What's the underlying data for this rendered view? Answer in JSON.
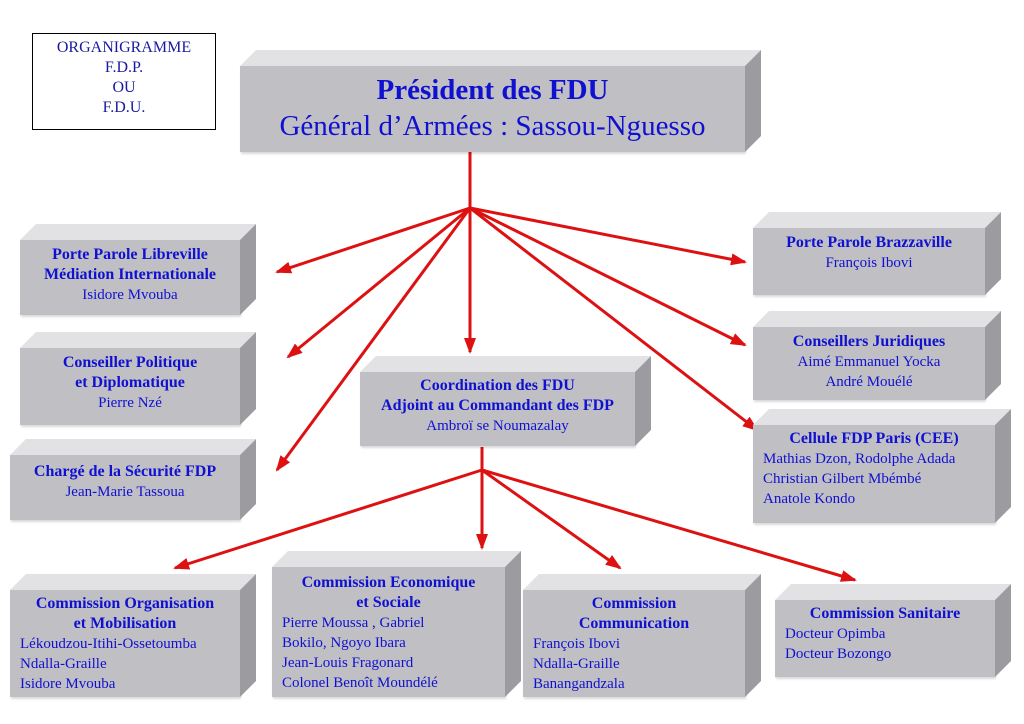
{
  "legend": {
    "lines": [
      "ORGANIGRAMME",
      "F.D.P.",
      "OU",
      "F.D.U."
    ]
  },
  "colors": {
    "arrow": "#dd1111",
    "text": "#1010d0",
    "box": "#c0c0c4"
  },
  "president": {
    "title": "Président des FDU",
    "name": "Général d’Armées : Sassou-Nguesso"
  },
  "porte_parole_libreville": {
    "title1": "Porte Parole Libreville",
    "title2": "Médiation Internationale",
    "name": "Isidore Mvouba"
  },
  "conseiller_politique": {
    "title1": "Conseiller Politique",
    "title2": "et Diplomatique",
    "name": "Pierre Nzé"
  },
  "charge_securite": {
    "title": "Chargé de la Sécurité FDP",
    "name": "Jean-Marie Tassoua"
  },
  "coordination": {
    "title1": "Coordination des FDU",
    "title2": "Adjoint au Commandant des FDP",
    "name": "Ambroï se Noumazalay"
  },
  "porte_parole_brazzaville": {
    "title": "Porte Parole Brazzaville",
    "name": "François Ibovi"
  },
  "conseillers_juridiques": {
    "title": "Conseillers Juridiques",
    "names": [
      "Aimé Emmanuel Yocka",
      "André Mouélé"
    ]
  },
  "cellule_paris": {
    "title": "Cellule FDP Paris (CEE)",
    "names": [
      "Mathias Dzon, Rodolphe Adada",
      "Christian Gilbert Mbémbé",
      "Anatole Kondo"
    ]
  },
  "commission_organisation": {
    "title1": "Commission Organisation",
    "title2": "et Mobilisation",
    "names": [
      "Lékoudzou-Itihi-Ossetoumba",
      "Ndalla-Graille",
      "Isidore Mvouba"
    ]
  },
  "commission_economique": {
    "title1": "Commission Economique",
    "title2": "et Sociale",
    "names": [
      "Pierre Moussa , Gabriel",
      "Bokilo, Ngoyo Ibara",
      "Jean-Louis Fragonard",
      "Colonel Benoît Moundélé"
    ]
  },
  "commission_communication": {
    "title1": "Commission",
    "title2": "Communication",
    "names": [
      "François Ibovi",
      "Ndalla-Graille",
      "Banangandzala"
    ]
  },
  "commission_sanitaire": {
    "title": "Commission Sanitaire",
    "names": [
      "Docteur Opimba",
      "Docteur Bozongo"
    ]
  }
}
